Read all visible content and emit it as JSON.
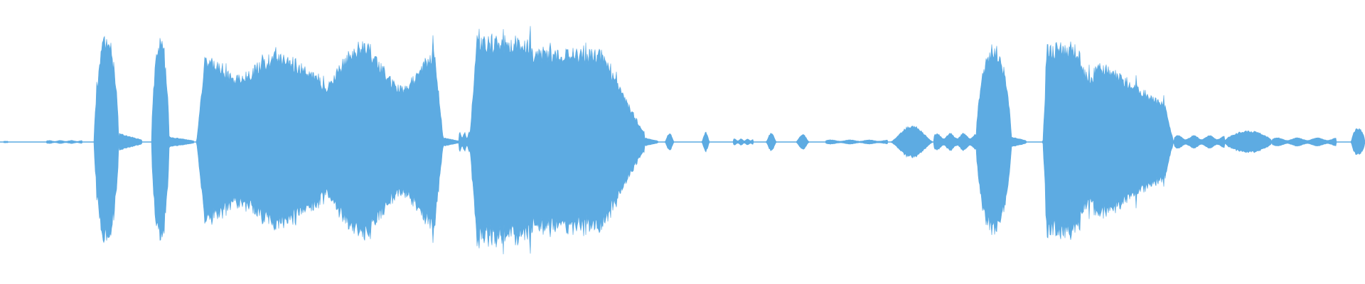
{
  "waveform": {
    "color": "#5dabe2",
    "background": "#ffffff",
    "segments": [
      {
        "t0": 0.003,
        "t1": 0.006,
        "amp": 0.01,
        "shape": "flat"
      },
      {
        "t0": 0.034,
        "t1": 0.06,
        "amp": 0.015,
        "shape": "flat"
      },
      {
        "t0": 0.069,
        "t1": 0.087,
        "amp": 0.97,
        "shape": "bell"
      },
      {
        "t0": 0.087,
        "t1": 0.104,
        "amp": 0.1,
        "shape": "tail"
      },
      {
        "t0": 0.111,
        "t1": 0.124,
        "amp": 0.93,
        "shape": "bell"
      },
      {
        "t0": 0.124,
        "t1": 0.142,
        "amp": 0.06,
        "shape": "tail"
      },
      {
        "t0": 0.144,
        "t1": 0.325,
        "amp": 0.91,
        "shape": "phrase1"
      },
      {
        "t0": 0.325,
        "t1": 0.336,
        "amp": 0.05,
        "shape": "tail"
      },
      {
        "t0": 0.336,
        "t1": 0.347,
        "amp": 0.09,
        "shape": "flat"
      },
      {
        "t0": 0.344,
        "t1": 0.472,
        "amp": 0.94,
        "shape": "phrase2"
      },
      {
        "t0": 0.472,
        "t1": 0.482,
        "amp": 0.05,
        "shape": "tail"
      },
      {
        "t0": 0.487,
        "t1": 0.494,
        "amp": 0.08,
        "shape": "burst"
      },
      {
        "t0": 0.514,
        "t1": 0.52,
        "amp": 0.09,
        "shape": "burst"
      },
      {
        "t0": 0.537,
        "t1": 0.552,
        "amp": 0.03,
        "shape": "flat"
      },
      {
        "t0": 0.561,
        "t1": 0.569,
        "amp": 0.08,
        "shape": "burst"
      },
      {
        "t0": 0.583,
        "t1": 0.593,
        "amp": 0.07,
        "shape": "burst"
      },
      {
        "t0": 0.605,
        "t1": 0.65,
        "amp": 0.02,
        "shape": "flat"
      },
      {
        "t0": 0.652,
        "t1": 0.684,
        "amp": 0.15,
        "shape": "burst"
      },
      {
        "t0": 0.684,
        "t1": 0.715,
        "amp": 0.08,
        "shape": "flat"
      },
      {
        "t0": 0.715,
        "t1": 0.741,
        "amp": 0.88,
        "shape": "bell"
      },
      {
        "t0": 0.741,
        "t1": 0.752,
        "amp": 0.06,
        "shape": "tail"
      },
      {
        "t0": 0.764,
        "t1": 0.86,
        "amp": 0.88,
        "shape": "phrase3"
      },
      {
        "t0": 0.86,
        "t1": 0.897,
        "amp": 0.06,
        "shape": "flat"
      },
      {
        "t0": 0.897,
        "t1": 0.932,
        "amp": 0.1,
        "shape": "bell"
      },
      {
        "t0": 0.932,
        "t1": 0.979,
        "amp": 0.04,
        "shape": "flat"
      },
      {
        "t0": 0.99,
        "t1": 1.0,
        "amp": 0.13,
        "shape": "bell"
      }
    ]
  }
}
